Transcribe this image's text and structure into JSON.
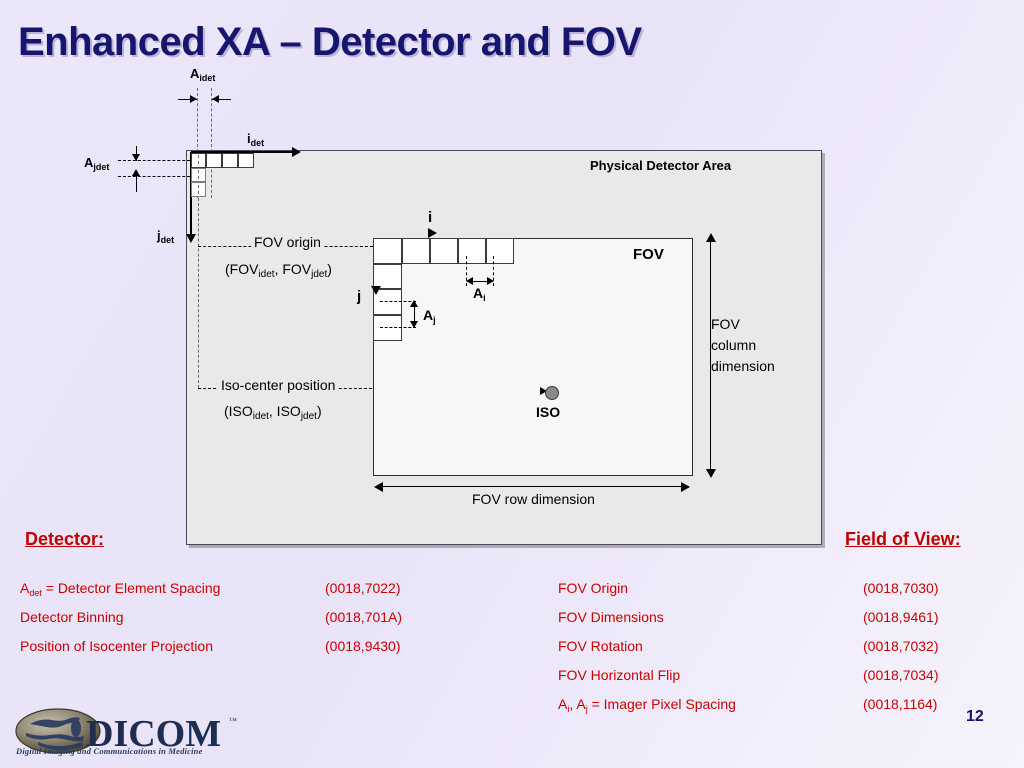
{
  "slide": {
    "title": "Enhanced XA – Detector and FOV",
    "page_number": "12",
    "accent_title_color": "#16166e",
    "accent_red_color": "#cc0000",
    "panel_bg_color": "#e9e9e9"
  },
  "diagram": {
    "panel_title": "Physical Detector Area",
    "detector_axis_i": "i",
    "detector_axis_i_sub": "det",
    "detector_axis_j": "j",
    "detector_axis_j_sub": "det",
    "detector_spacing_i": "A",
    "detector_spacing_i_sub": "idet",
    "detector_spacing_j": "A",
    "detector_spacing_j_sub": "jdet",
    "fov_origin_label": "FOV origin",
    "fov_origin_coords_open": "(FOV",
    "fov_origin_coords_sub1": "idet",
    "fov_origin_coords_mid": ", FOV",
    "fov_origin_coords_sub2": "jdet",
    "fov_origin_coords_close": ")",
    "iso_center_label": "Iso-center position",
    "iso_center_coords_open": "(ISO",
    "iso_center_coords_sub1": "idet",
    "iso_center_coords_mid": ", ISO",
    "iso_center_coords_sub2": "jdet",
    "iso_center_coords_close": ")",
    "iso_marker_label": "ISO",
    "fov_label": "FOV",
    "fov_axis_i": "i",
    "fov_axis_j": "j",
    "pixel_spacing_i": "A",
    "pixel_spacing_i_sub": "i",
    "pixel_spacing_j": "A",
    "pixel_spacing_j_sub": "j",
    "fov_row_dimension": "FOV row dimension",
    "fov_column_dimension_line1": "FOV",
    "fov_column_dimension_line2": "column",
    "fov_column_dimension_line3": "dimension"
  },
  "detector_section": {
    "heading": "Detector",
    "heading_colon": ":",
    "rows": [
      {
        "label_pre": "A",
        "label_sub": "det",
        "label_post": " = Detector Element Spacing",
        "tag": "(0018,7022)"
      },
      {
        "label_pre": "",
        "label_sub": "",
        "label_post": "Detector Binning",
        "tag": "(0018,701A)"
      },
      {
        "label_pre": "",
        "label_sub": "",
        "label_post": "Position of Isocenter Projection",
        "tag": "(0018,9430)"
      }
    ]
  },
  "fov_section": {
    "heading": "Field of View",
    "heading_colon": ":",
    "rows": [
      {
        "label": "FOV Origin",
        "tag": "(0018,7030)"
      },
      {
        "label": "FOV Dimensions",
        "tag": "(0018,9461)"
      },
      {
        "label": "FOV Rotation",
        "tag": "(0018,7032)"
      },
      {
        "label": "FOV Horizontal Flip",
        "tag": "(0018,7034)"
      },
      {
        "label": "",
        "tag": "(0018,1164)",
        "label_ai": "A",
        "label_ai_sub": "i",
        "label_mid": ", A",
        "label_aj_sub": "j",
        "label_post": " = Imager Pixel Spacing"
      }
    ]
  },
  "logo": {
    "wordmark": "DICOM",
    "trademark": "™",
    "tagline": "Digital Imaging and Communications in Medicine"
  }
}
